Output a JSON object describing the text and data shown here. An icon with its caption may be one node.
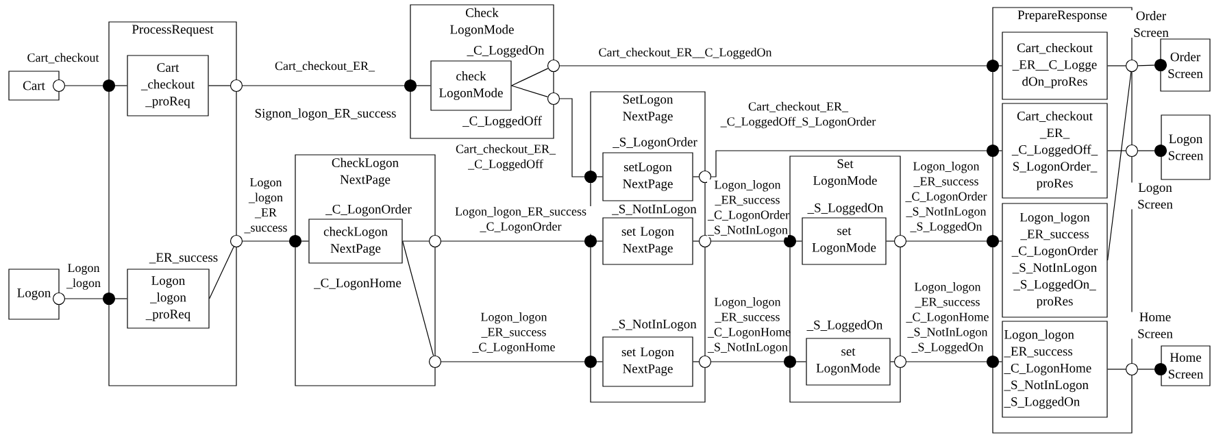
{
  "diagram": {
    "nodes": [
      {
        "text": [
          "Cart"
        ]
      },
      {
        "text": [
          "Logon"
        ]
      },
      {
        "text": [
          "ProcessRequest"
        ]
      },
      {
        "text": [
          "Cart _checkout _proReq"
        ],
        "in": 2
      },
      {
        "text": [
          "Logon _logon _proReq"
        ],
        "in": 2
      },
      {
        "text": [
          "Check LogonMode"
        ]
      },
      {
        "text": [
          "check LogonMode"
        ],
        "in": 5
      },
      {
        "text": [
          "CheckLogon NextPage"
        ]
      },
      {
        "text": [
          "checkLogon NextPage"
        ],
        "in": 7
      },
      {
        "text": [
          "SetLogon NextPage"
        ]
      },
      {
        "text": [
          "setLogon NextPage"
        ],
        "in": 9
      },
      {
        "text": [
          "set Logon NextPage"
        ],
        "in": 9
      },
      {
        "text": [
          "set Logon NextPage"
        ],
        "in": 9
      },
      {
        "text": [
          "Set LogonMode"
        ]
      },
      {
        "text": [
          "set LogonMode"
        ],
        "in": 13
      },
      {
        "text": [
          "set LogonMode"
        ],
        "in": 13
      },
      {
        "text": [
          "PrepareResponse"
        ]
      },
      {
        "text": [
          "Cart_checkout _ER__C_Logge dOn_proRes"
        ],
        "in": 16
      },
      {
        "text": [
          "Cart_checkout _ER_ _C_LoggedOff_ S_LogonOrder_ proRes"
        ],
        "in": 16
      },
      {
        "text": [
          "Logon_logon _ER_success _C_LogonOrder _S_NotInLogon _S_LoggedOn_ proRes"
        ],
        "in": 16
      },
      {
        "text": [
          "Logon_logon _ER_success _C_LogonHome _S_NotInLogon _S_LoggedOn"
        ],
        "in": 16
      },
      {
        "text": [
          "Order Screen"
        ]
      },
      {
        "text": [
          "Logon Screen"
        ]
      },
      {
        "text": [
          "Home Screen"
        ]
      },
      {
        "text": [],
        "shape": "circle"
      },
      {
        "text": [],
        "shape": "dot"
      },
      {
        "text": [],
        "shape": "circle"
      },
      {
        "text": [],
        "shape": "dot"
      },
      {
        "text": [],
        "shape": "circle"
      },
      {
        "text": [],
        "shape": "circle"
      },
      {
        "text": [],
        "shape": "dot"
      },
      {
        "text": [],
        "shape": "circle"
      },
      {
        "text": [],
        "shape": "circle"
      },
      {
        "text": [],
        "shape": "dot"
      },
      {
        "text": [],
        "shape": "circle"
      },
      {
        "text": [],
        "shape": "circle"
      },
      {
        "text": [],
        "shape": "dot"
      },
      {
        "text": [],
        "shape": "dot"
      },
      {
        "text": [],
        "shape": "dot"
      },
      {
        "text": [],
        "shape": "circle"
      },
      {
        "text": [],
        "shape": "circle"
      },
      {
        "text": [],
        "shape": "circle"
      },
      {
        "text": [],
        "shape": "dot"
      },
      {
        "text": [],
        "shape": "dot"
      },
      {
        "text": [],
        "shape": "circle"
      },
      {
        "text": [],
        "shape": "circle"
      },
      {
        "text": [],
        "shape": "dot"
      },
      {
        "text": [],
        "shape": "dot"
      },
      {
        "text": [],
        "shape": "dot"
      },
      {
        "text": [],
        "shape": "dot"
      },
      {
        "text": [],
        "shape": "circle"
      },
      {
        "text": [],
        "shape": "circle"
      },
      {
        "text": [],
        "shape": "circle"
      },
      {
        "text": [],
        "shape": "dot"
      },
      {
        "text": [],
        "shape": "dot"
      },
      {
        "text": [],
        "shape": "dot"
      }
    ],
    "edges": [
      {
        "from": 24,
        "to": 25,
        "arrow": "none",
        "label": "Cart_checkout"
      },
      {
        "from": 25,
        "to": 3,
        "arrow": "none"
      },
      {
        "from": 3,
        "to": 28,
        "arrow": "none"
      },
      {
        "from": 28,
        "to": 30,
        "arrow": "none",
        "label": "Cart_checkout_ER_"
      },
      {
        "from": 30,
        "to": 6,
        "arrow": "none"
      },
      {
        "from": 6,
        "to": 31,
        "arrow": "none"
      },
      {
        "from": 6,
        "to": 32,
        "arrow": "none"
      },
      {
        "from": 31,
        "to": 46,
        "arrow": "none",
        "label": "Cart_checkout_ER__C_LoggedOn"
      },
      {
        "from": 32,
        "to": 36,
        "arrow": "none",
        "label": "Cart_checkout_ER_ _C_LoggedOff"
      },
      {
        "from": 36,
        "to": 10,
        "arrow": "none"
      },
      {
        "from": 10,
        "to": 39,
        "arrow": "none"
      },
      {
        "from": 39,
        "to": 47,
        "arrow": "none",
        "label": "Cart_checkout_ER_ _C_LoggedOff_S_LogonOrder"
      },
      {
        "from": 46,
        "to": 17,
        "arrow": "none"
      },
      {
        "from": 47,
        "to": 18,
        "arrow": "none"
      },
      {
        "from": 17,
        "to": 50,
        "arrow": "none"
      },
      {
        "from": 18,
        "to": 51,
        "arrow": "none"
      },
      {
        "from": 50,
        "to": 53,
        "arrow": "none"
      },
      {
        "from": 51,
        "to": 54,
        "arrow": "none"
      },
      {
        "from": 19,
        "to": 50,
        "arrow": "none"
      },
      {
        "from": 26,
        "to": 27,
        "arrow": "none",
        "label": "Logon _logon"
      },
      {
        "from": 27,
        "to": 4,
        "arrow": "none"
      },
      {
        "from": 4,
        "to": 29,
        "arrow": "none"
      },
      {
        "from": 29,
        "to": 33,
        "arrow": "none",
        "label": "Logon _logon _ER _success"
      },
      {
        "from": 33,
        "to": 8,
        "arrow": "none"
      },
      {
        "from": 8,
        "to": 34,
        "arrow": "none"
      },
      {
        "from": 8,
        "to": 35,
        "arrow": "none"
      },
      {
        "from": 34,
        "to": 37,
        "arrow": "none",
        "label": "Logon_logon_ER_success _C_LogonOrder"
      },
      {
        "from": 35,
        "to": 38,
        "arrow": "none",
        "label": "Logon_logon _ER_success _C_LogonHome"
      },
      {
        "from": 37,
        "to": 11,
        "arrow": "none"
      },
      {
        "from": 38,
        "to": 12,
        "arrow": "none"
      },
      {
        "from": 11,
        "to": 40,
        "arrow": "none"
      },
      {
        "from": 12,
        "to": 41,
        "arrow": "none"
      },
      {
        "from": 40,
        "to": 42,
        "arrow": "none",
        "label": "Logon_logon _ER_success _C_LogonOrder _S_NotInLogon"
      },
      {
        "from": 41,
        "to": 43,
        "arrow": "none",
        "label": "Logon_logon _ER_success _C_LogonHome _S_NotInLogon"
      },
      {
        "from": 42,
        "to": 14,
        "arrow": "none"
      },
      {
        "from": 43,
        "to": 15,
        "arrow": "none"
      },
      {
        "from": 14,
        "to": 44,
        "arrow": "none"
      },
      {
        "from": 15,
        "to": 45,
        "arrow": "none"
      },
      {
        "from": 44,
        "to": 48,
        "arrow": "none",
        "label": "Logon_logon _ER_success _C_LogonOrder _S_NotInLogon _S_LoggedOn"
      },
      {
        "from": 45,
        "to": 49,
        "arrow": "none",
        "label": "Logon_logon _ER_success _C_LogonHome _S_NotInLogon _S_LoggedOn"
      },
      {
        "from": 48,
        "to": 19,
        "arrow": "none"
      },
      {
        "from": 49,
        "to": 20,
        "arrow": "none"
      },
      {
        "from": 20,
        "to": 52,
        "arrow": "none"
      },
      {
        "from": 52,
        "to": 55,
        "arrow": "none"
      }
    ],
    "labels": [
      "Order Screen",
      "_C_LoggedOn",
      "Signon_logon_ER_success",
      "_C_LoggedOff",
      "_S_LogonOrder",
      "Logon Screen",
      "_C_LogonOrder",
      "_S_NotInLogon",
      "_S_LoggedOn",
      "_ER_success",
      "_C_LogonHome",
      "Home Screen",
      "_S_NotInLogon",
      "_S_LoggedOn"
    ]
  }
}
